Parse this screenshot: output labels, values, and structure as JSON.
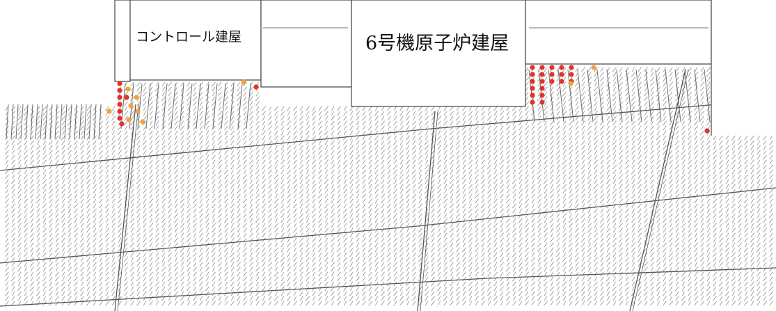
{
  "labels": {
    "control_building": "コントロール建屋",
    "reactor_building": "6号機原子炉建屋"
  },
  "colors": {
    "background": "#ffffff",
    "outline": "#444444",
    "mesh_tick": "#9a9a9a",
    "fault_line": "#555555",
    "marker_red": "#e4312b",
    "marker_orange": "#f2a33a"
  },
  "marker_legend": {
    "red": "marker_red",
    "orange": "marker_orange"
  }
}
